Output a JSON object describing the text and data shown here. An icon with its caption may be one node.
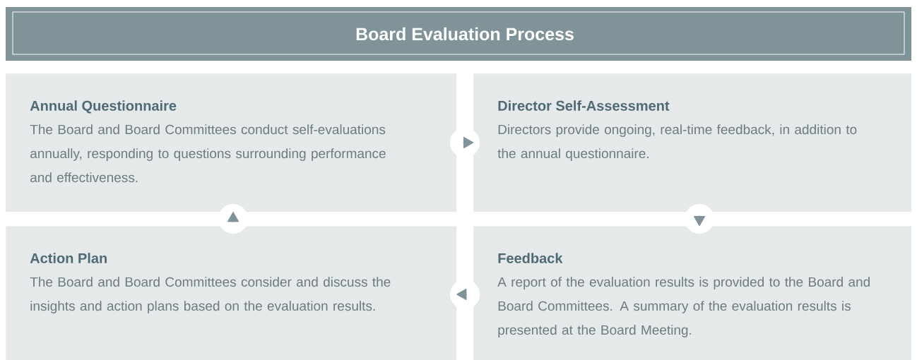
{
  "diagram": {
    "title": "Board Evaluation Process",
    "nodes": [
      {
        "text": [
          "Annual Questionnaire",
          "The Board and Board Committees conduct self-evaluations annually, responding to questions surrounding performance and effectiveness."
        ]
      },
      {
        "text": [
          "Director Self-Assessment",
          "Directors provide ongoing, real-time feedback, in addition to the annual questionnaire."
        ]
      },
      {
        "text": [
          "Action Plan",
          "The Board and Board Committees consider and discuss the insights and action plans based on the evaluation results."
        ]
      },
      {
        "text": [
          "Feedback",
          "A report of the evaluation results is provided to the Board and Board Committees. A summary of the evaluation results is presented at the Board Meeting."
        ]
      }
    ],
    "edges": [
      {
        "from": 0,
        "to": 1,
        "arrow": "to"
      },
      {
        "from": 1,
        "to": 3,
        "arrow": "to"
      },
      {
        "from": 3,
        "to": 2,
        "arrow": "to"
      },
      {
        "from": 2,
        "to": 0,
        "arrow": "to"
      }
    ]
  }
}
